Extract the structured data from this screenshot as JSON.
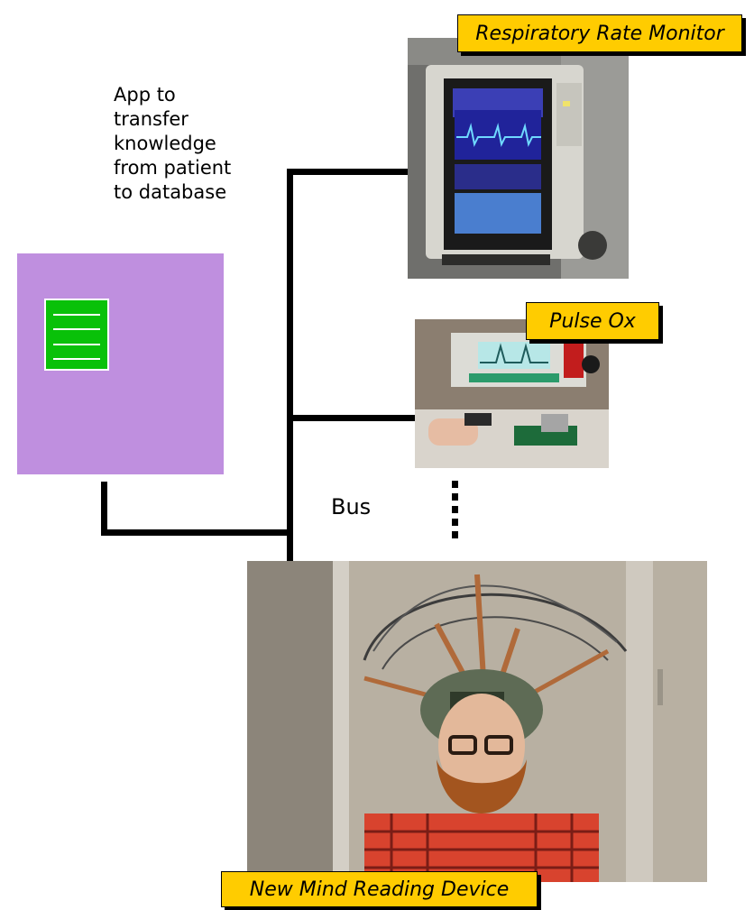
{
  "app": {
    "caption_lines": [
      "App to",
      "transfer",
      "knowledge",
      "from patient",
      "to database"
    ]
  },
  "bus": {
    "label": "Bus"
  },
  "devices": {
    "respiratory": {
      "label": "Respiratory Rate Monitor"
    },
    "pulse_ox": {
      "label": "Pulse Ox"
    },
    "mind_reader": {
      "label": "New Mind Reading Device"
    }
  },
  "colors": {
    "app_box": "#bf8fdf",
    "doc_icon": "#09c109",
    "label_bg": "#ffcc00",
    "connector": "#000000"
  },
  "icons": [
    "document-icon"
  ]
}
